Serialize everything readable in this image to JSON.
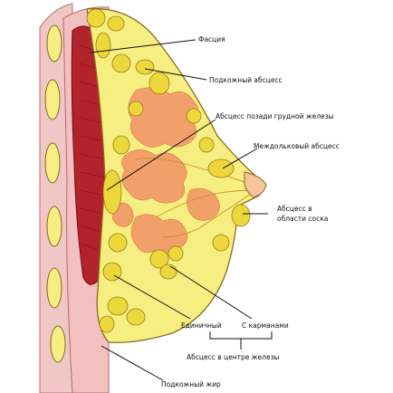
{
  "labels": {
    "fascia": "Фасция",
    "subcutaneous_abscess": "Подкожный абсцесс",
    "retromammary_abscess": "Абсцесс позади грудной железы",
    "interlobular_abscess": "Междольковый абсцесс",
    "areolar_abscess_line1": "Абсцесс в",
    "areolar_abscess_line2": "области соска",
    "single": "Единичный",
    "with_pockets": "С карманами",
    "central_abscess": "Абсцесс в центре железы",
    "subcutaneous_fat": "Подкожный жир"
  },
  "colors": {
    "fat": "#f6ee80",
    "fat_lobule": "#ecd83a",
    "gland": "#f2a06a",
    "muscle": "#b2232b",
    "muscle_dark": "#7e141b",
    "fascia": "#e7b0b0",
    "outline": "#7a5a20",
    "leader": "#111111"
  }
}
